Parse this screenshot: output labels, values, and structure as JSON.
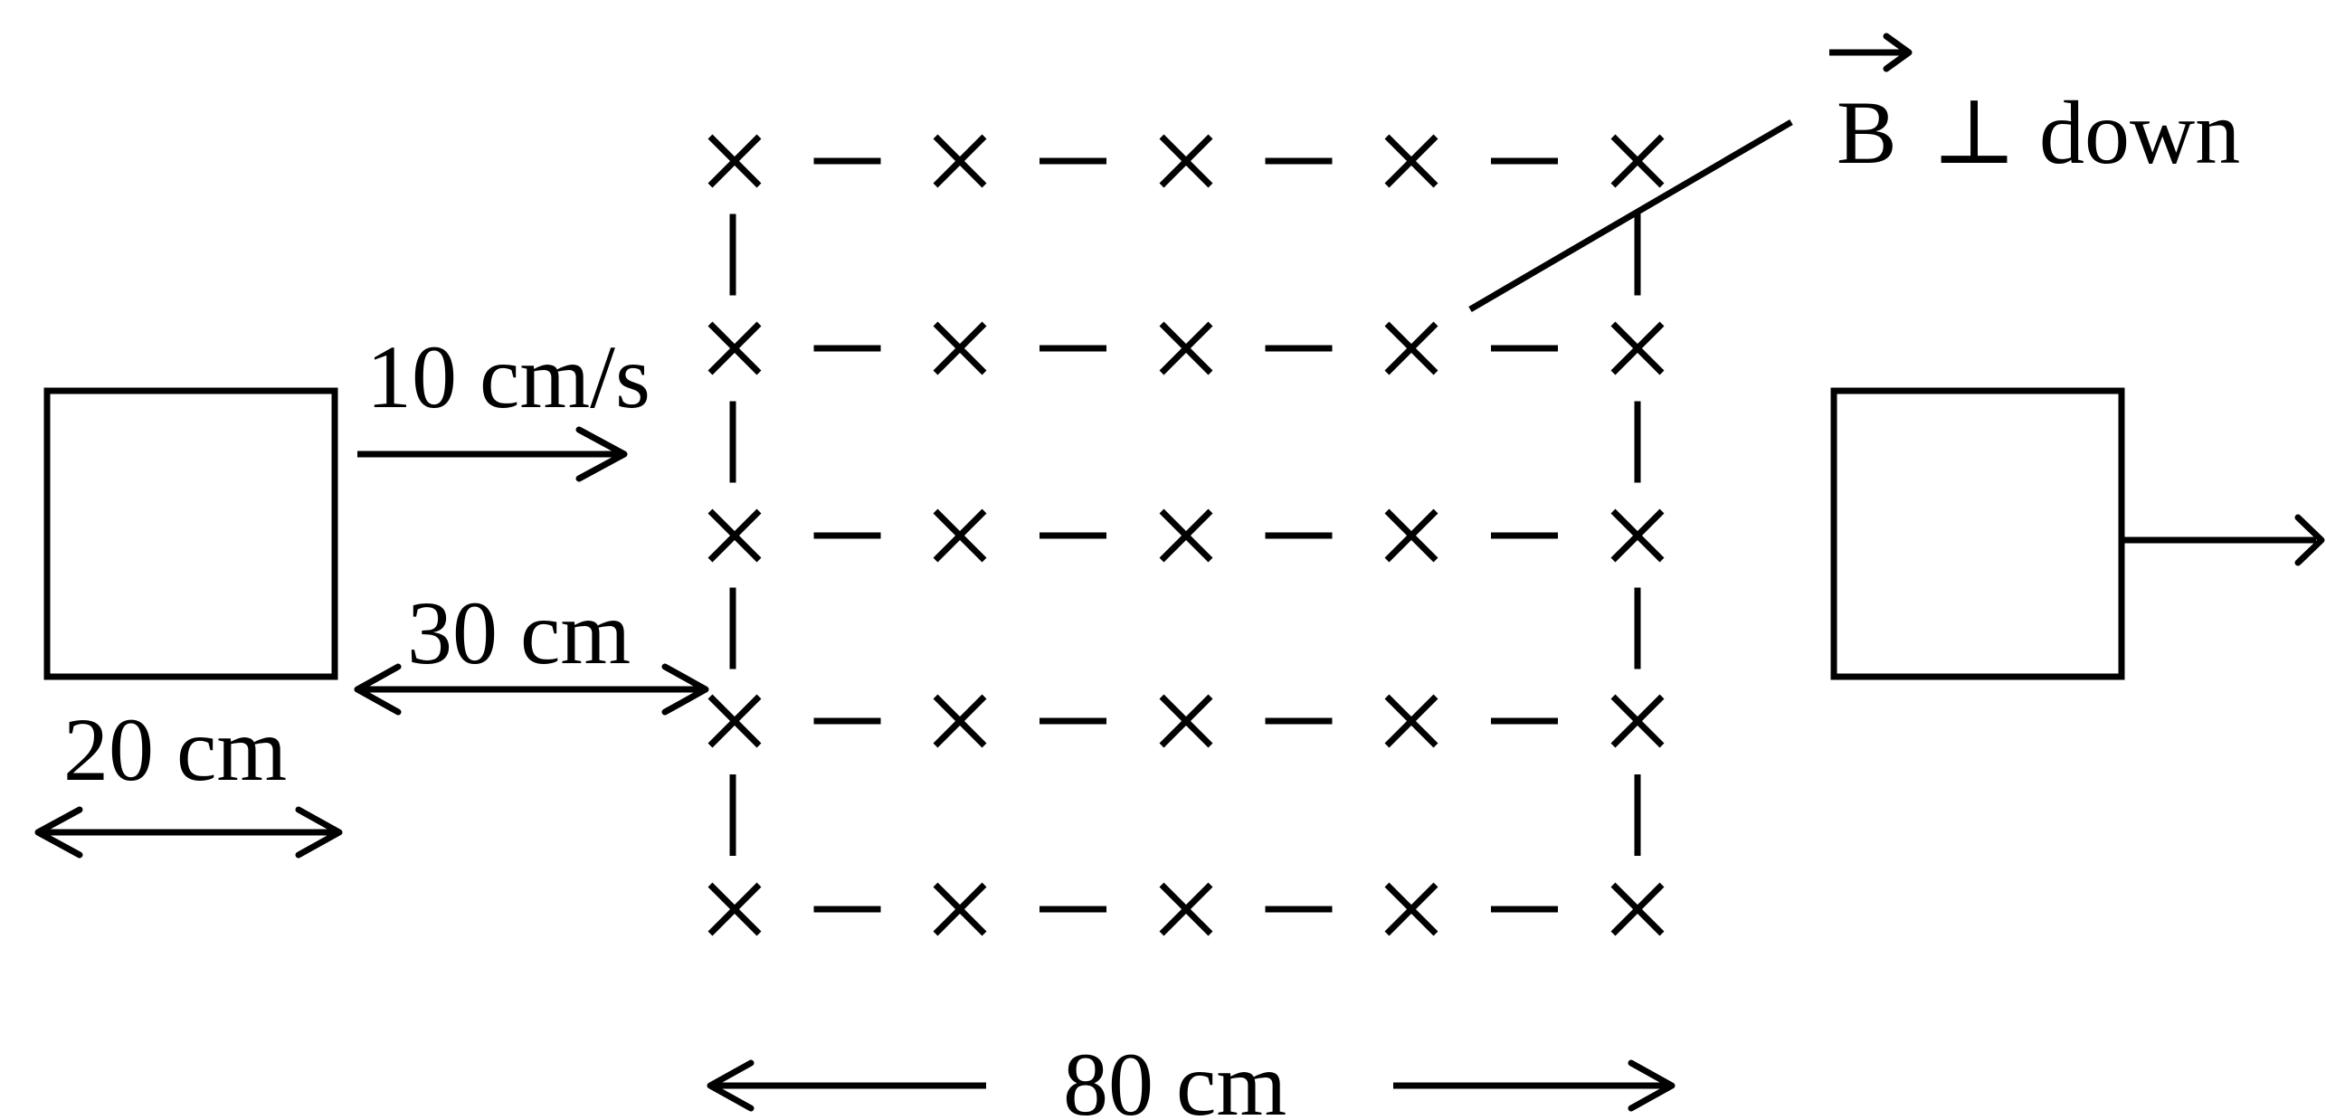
{
  "labels": {
    "speed": "10 cm/s",
    "gap": "30 cm",
    "loop_width": "20 cm",
    "field_width": "80 cm",
    "field_vector": "B",
    "field_direction": "⊥ down"
  },
  "field": {
    "rows": 5,
    "cols": 5,
    "symbol": "into-page-cross"
  },
  "colors": {
    "ink": "#000000",
    "background": "#ffffff"
  }
}
